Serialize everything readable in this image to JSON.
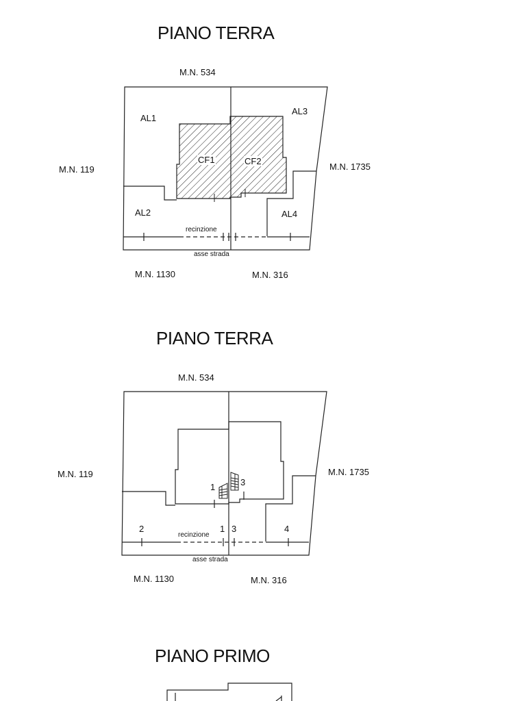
{
  "plan1": {
    "title": "PIANO TERRA",
    "north": "M.N. 534",
    "west": "M.N. 119",
    "east": "M.N. 1735",
    "south_left": "M.N. 1130",
    "south_right": "M.N. 316",
    "areas": {
      "al1": "AL1",
      "al2": "AL2",
      "al3": "AL3",
      "al4": "AL4",
      "cf1": "CF1",
      "cf2": "CF2"
    },
    "fence": "recinzione",
    "road": "asse strada"
  },
  "plan2": {
    "title": "PIANO TERRA",
    "north": "M.N. 534",
    "west": "M.N. 119",
    "east": "M.N. 1735",
    "south_left": "M.N. 1130",
    "south_right": "M.N. 316",
    "fence": "recinzione",
    "road": "asse strada",
    "markers": {
      "m1": "1",
      "m2": "2",
      "m3": "3",
      "m4": "4",
      "stair1": "1",
      "stair3": "3"
    }
  },
  "plan3": {
    "title": "PIANO PRIMO"
  }
}
